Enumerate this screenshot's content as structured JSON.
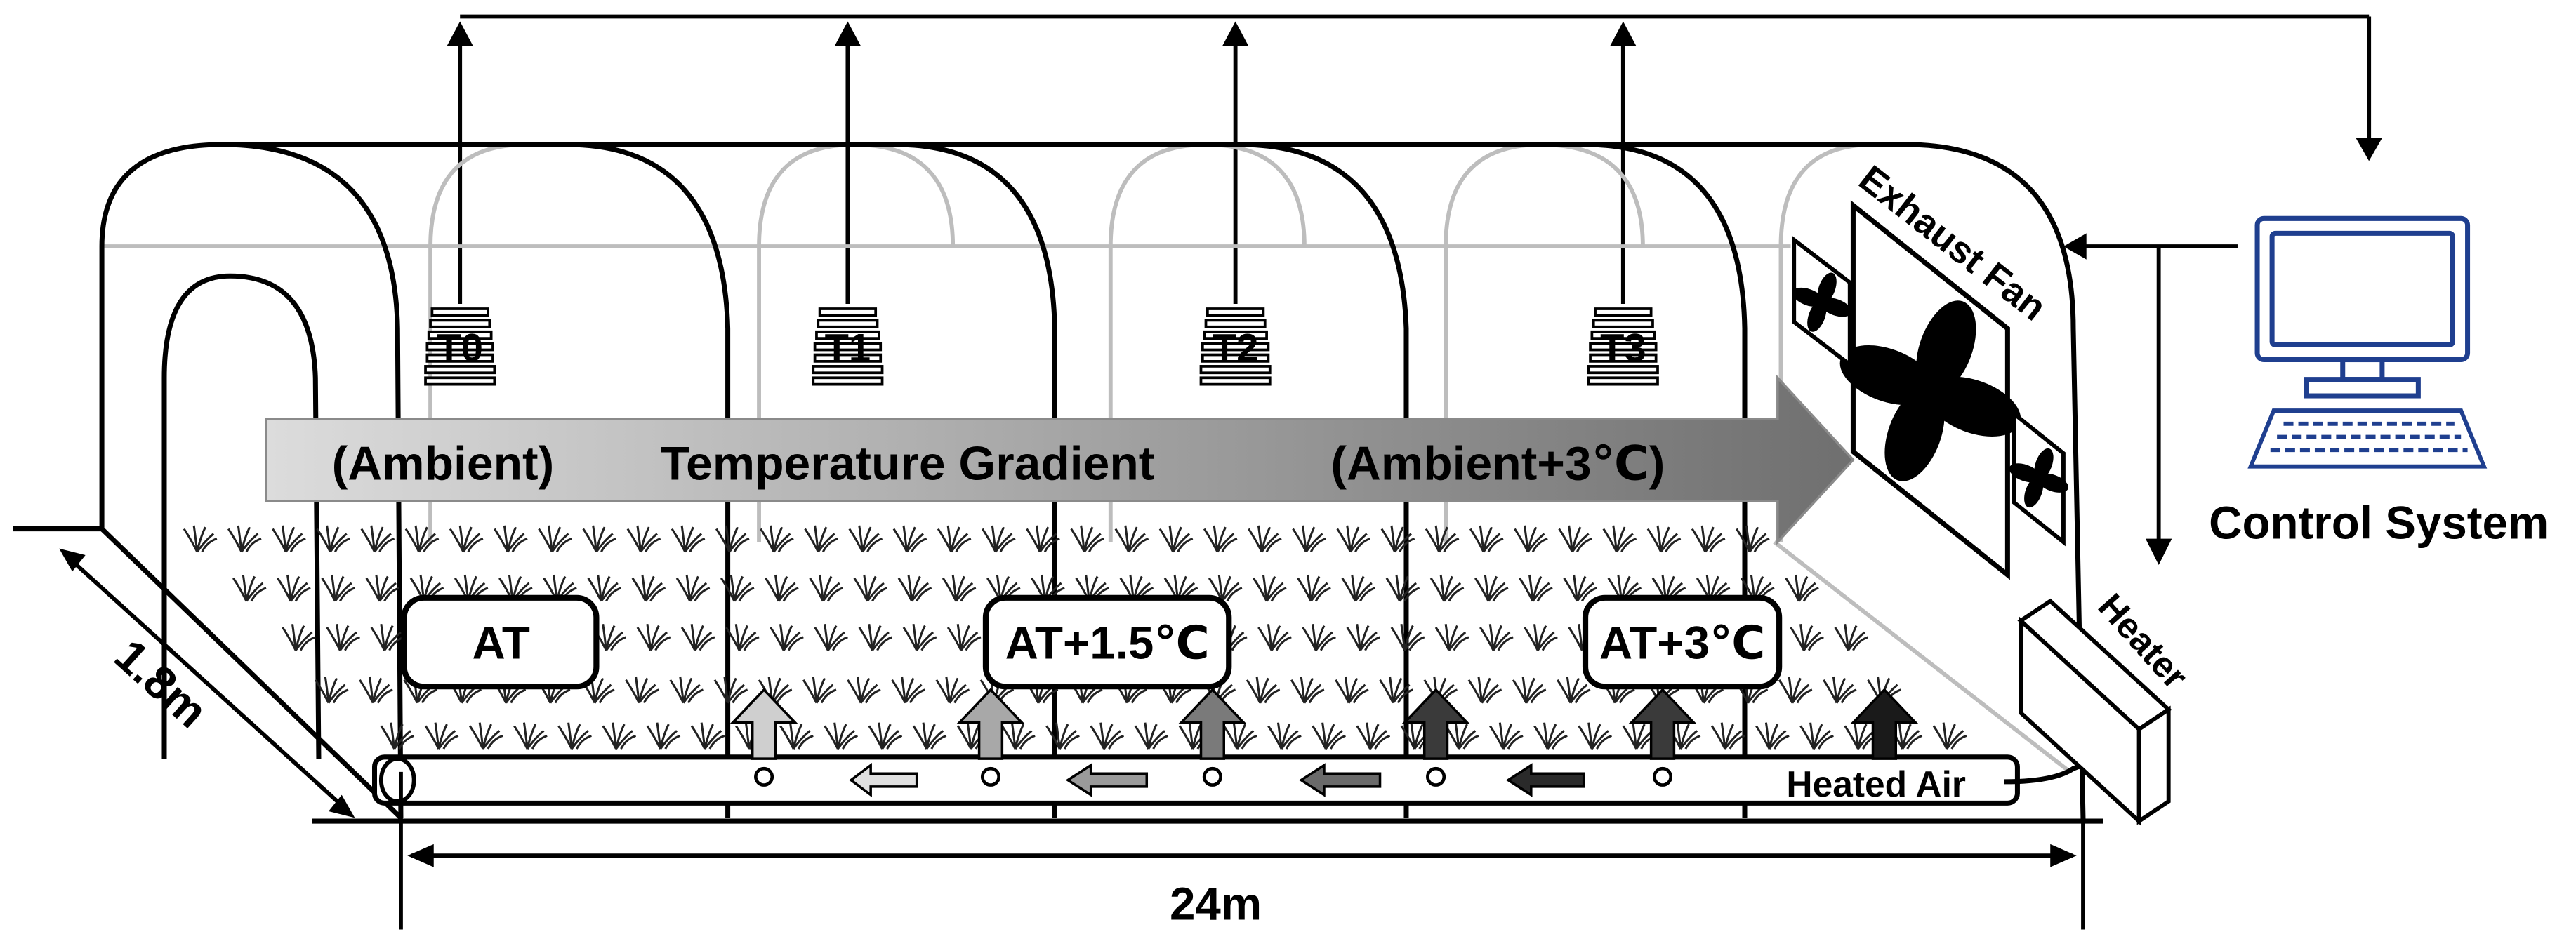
{
  "sensors": [
    {
      "label": "T0"
    },
    {
      "label": "T1"
    },
    {
      "label": "T2"
    },
    {
      "label": "T3"
    }
  ],
  "gradient": {
    "start_text": "(Ambient)",
    "middle_text": "Temperature Gradient",
    "end_text": "(Ambient+3℃)"
  },
  "zones": [
    {
      "label": "AT"
    },
    {
      "label": "AT+1.5℃"
    },
    {
      "label": "AT+3℃"
    }
  ],
  "equipment": {
    "exhaust_fan": "Exhaust Fan",
    "heater": "Heater",
    "heated_air": "Heated Air",
    "control_system": "Control System"
  },
  "dimensions": {
    "width": "1.8m",
    "length": "24m"
  },
  "colors": {
    "frame": "#000000",
    "back_frame": "#bdbdbd",
    "monitor": "#1f3f8f",
    "gradient_start": "#dcdcdc",
    "gradient_end": "#707070"
  }
}
